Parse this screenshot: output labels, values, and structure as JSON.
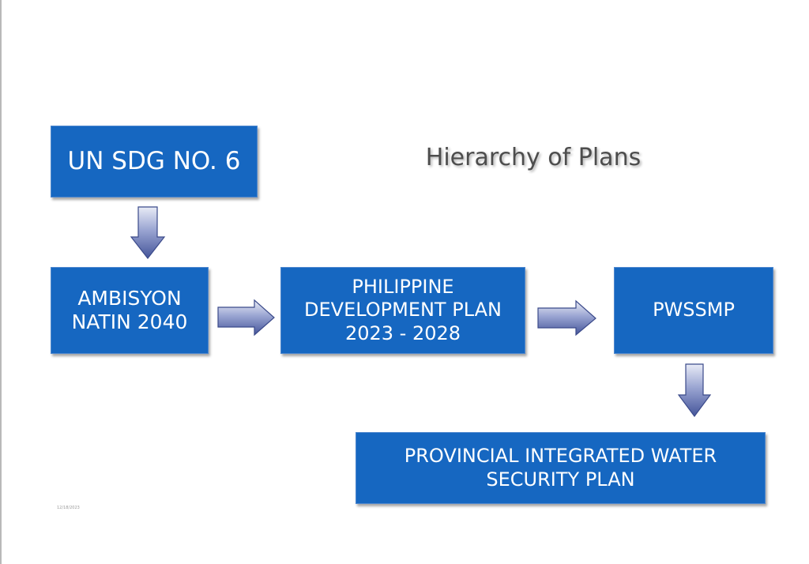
{
  "title": "Hierarchy of Plans",
  "footer_date": "12/18/2023",
  "boxes": {
    "un_sdg": "UN SDG NO. 6",
    "ambisyon_line1": "AMBISYON",
    "ambisyon_line2": "NATIN 2040",
    "pdp_line1": "PHILIPPINE",
    "pdp_line2": "DEVELOPMENT PLAN",
    "pdp_line3": "2023 - 2028",
    "pwssmp": "PWSSMP",
    "provincial_line1": "PROVINCIAL   INTEGRATED WATER",
    "provincial_line2": "SECURITY PLAN"
  },
  "colors": {
    "box_fill": "#1667c1",
    "arrow_fill": "#5a6aa8",
    "title_text": "#4d4d4d"
  }
}
